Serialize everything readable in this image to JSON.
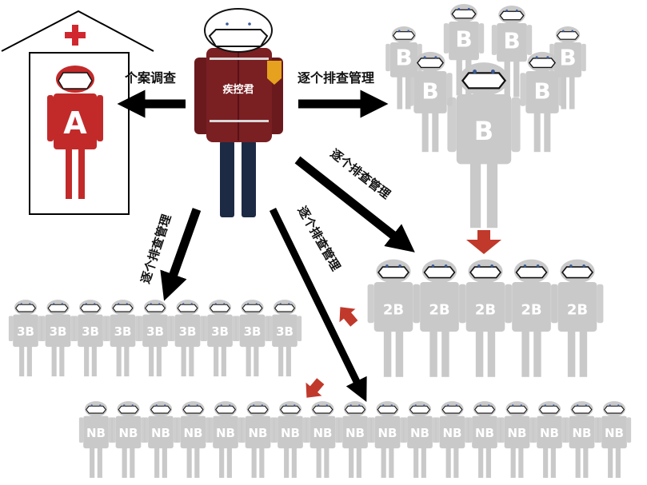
{
  "colors": {
    "person_gray": "#c9c9c9",
    "person_gray_dark": "#bdbdbd",
    "patient_red": "#c22a2a",
    "doctor_coat": "#7a1f22",
    "doctor_pants": "#1d2a44",
    "arrow_black": "#000000",
    "arrow_red": "#c0392b",
    "house_outline": "#000000",
    "cross_red": "#d0282e",
    "badge_orange": "#e6a11e"
  },
  "icons": {
    "hospital": "house-with-red-cross",
    "doctor": "masked-investigator",
    "person": "masked-person"
  },
  "labels": {
    "case_investigation": "个案调查",
    "trace_right": "逐个排查管理",
    "trace_diag_right": "逐个排查管理",
    "trace_left": "逐个排查管理",
    "trace_center": "逐个排查管理",
    "doctor_name": "疾控君",
    "patient": "A",
    "contact_b": "B",
    "contact_2b": "2B",
    "contact_3b": "3B",
    "contact_nb": "NB"
  },
  "groups": {
    "b_count": 7,
    "b2_count": 5,
    "b3_count": 9,
    "nb_count": 17
  }
}
